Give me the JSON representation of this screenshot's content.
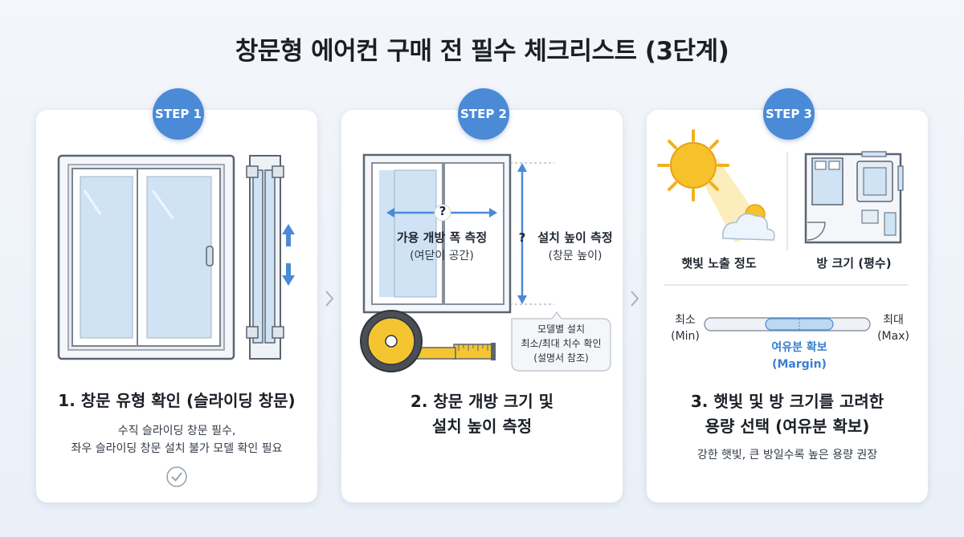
{
  "title": "창문형 에어컨 구매 전 필수 체크리스트 (3단계)",
  "steps": [
    {
      "badge": "STEP 1",
      "title": "1. 창문 유형 확인 (슬라이딩 창문)",
      "desc_line1": "수직 슬라이딩 창문 필수,",
      "desc_line2": "좌우 슬라이딩 창문 설치 불가 모델 확인 필요"
    },
    {
      "badge": "STEP 2",
      "title_line1": "2. 창문 개방 크기 및",
      "title_line2": "설치 높이 측정",
      "width_question": "?",
      "width_label": "가용 개방 폭 측정",
      "width_sub": "(여닫이 공간)",
      "height_question": "?",
      "height_label": "설치 높이 측정",
      "height_sub": "(창문 높이)",
      "note_line1": "모델별 설치",
      "note_line2": "최소/최대 치수 확인",
      "note_line3": "(설명서 참조)"
    },
    {
      "badge": "STEP 3",
      "title_line1": "3. 햇빛 및 방 크기를 고려한",
      "title_line2": "용량 선택 (여유분 확보)",
      "desc": "강한 햇빛, 큰 방일수록 높은 용량 권장",
      "sun_label": "햇빛 노출 정도",
      "room_label": "방 크기 (평수)",
      "min_label": "최소",
      "min_sub": "(Min)",
      "max_label": "최대",
      "max_sub": "(Max)",
      "margin_label": "여유분 확보",
      "margin_sub": "(Margin)"
    }
  ],
  "colors": {
    "accent": "#4a8ad6",
    "frame": "#5a6472",
    "glass": "#cfe3f5",
    "tape": "#f4c531"
  }
}
